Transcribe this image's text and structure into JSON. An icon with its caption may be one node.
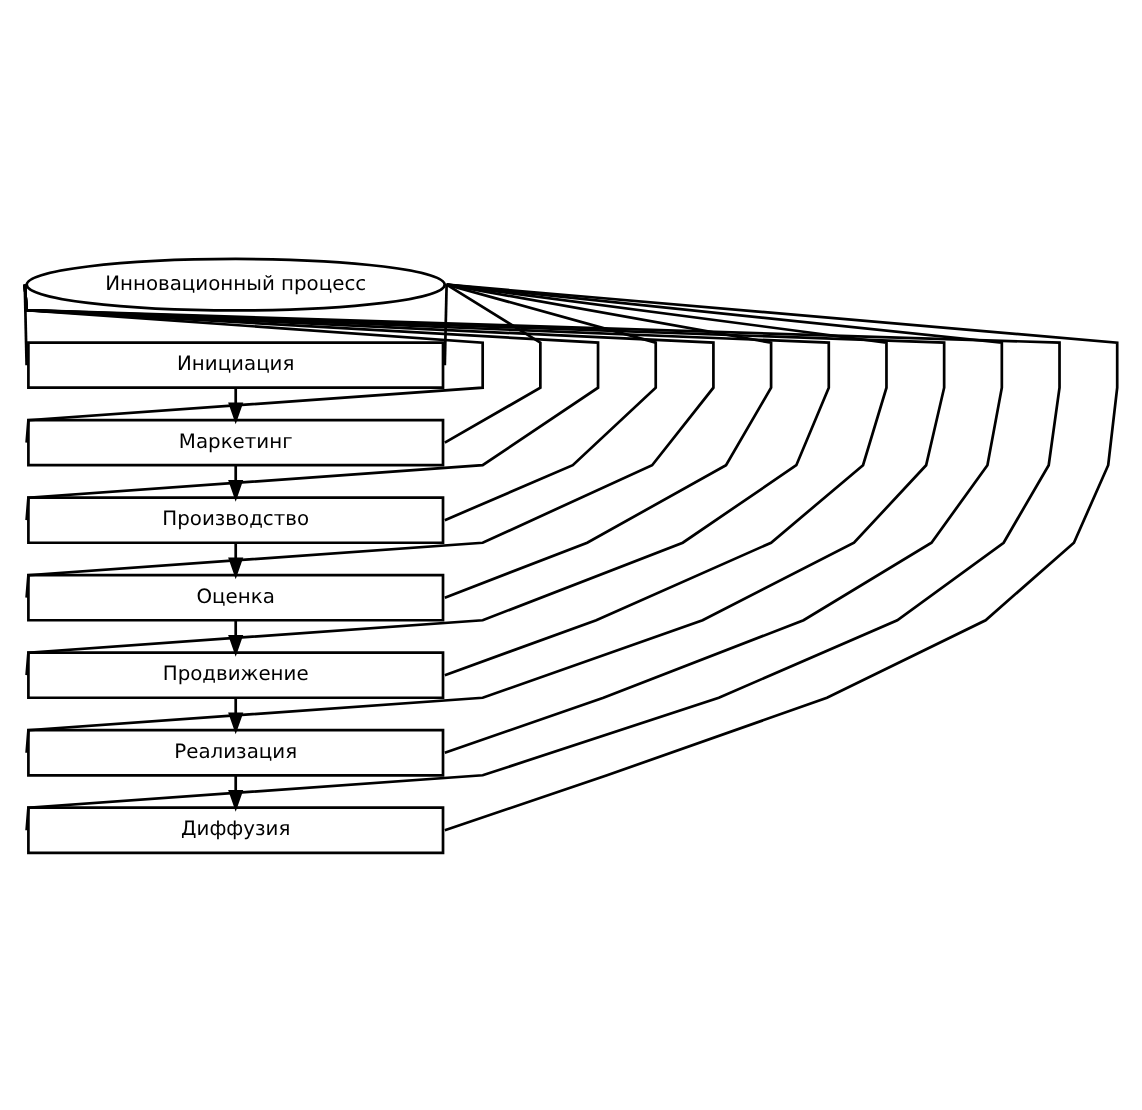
{
  "diagram": {
    "nodes": [
      {
        "text": [
          "Инновационный процесс"
        ]
      },
      {
        "text": [
          "Инициация"
        ]
      },
      {
        "text": [
          "Маркетинг"
        ]
      },
      {
        "text": [
          "Производство"
        ]
      },
      {
        "text": [
          "Оценка"
        ]
      },
      {
        "text": [
          "Продвижение"
        ]
      },
      {
        "text": [
          "Реализация"
        ]
      },
      {
        "text": [
          "Диффузия"
        ]
      }
    ],
    "edges": [
      {
        "from": 1,
        "to": 2,
        "arrow": "to"
      },
      {
        "from": 2,
        "to": 3,
        "arrow": "to"
      },
      {
        "from": 3,
        "to": 4,
        "arrow": "to"
      },
      {
        "from": 4,
        "to": 5,
        "arrow": "to"
      },
      {
        "from": 5,
        "to": 6,
        "arrow": "to"
      },
      {
        "from": 6,
        "to": 7,
        "arrow": "to"
      },
      {
        "from": 0,
        "to": 1,
        "arrow": "none"
      },
      {
        "from": 0,
        "to": 2,
        "arrow": "none"
      },
      {
        "from": 0,
        "to": 3,
        "arrow": "none"
      },
      {
        "from": 0,
        "to": 4,
        "arrow": "none"
      },
      {
        "from": 0,
        "to": 5,
        "arrow": "none"
      },
      {
        "from": 0,
        "to": 6,
        "arrow": "none"
      },
      {
        "from": 0,
        "to": 7,
        "arrow": "none"
      },
      {
        "from": 0,
        "to": 1,
        "arrow": "none"
      },
      {
        "from": 0,
        "to": 2,
        "arrow": "none"
      },
      {
        "from": 0,
        "to": 3,
        "arrow": "none"
      },
      {
        "from": 0,
        "to": 4,
        "arrow": "none"
      },
      {
        "from": 0,
        "to": 5,
        "arrow": "none"
      },
      {
        "from": 0,
        "to": 6,
        "arrow": "none"
      },
      {
        "from": 0,
        "to": 7,
        "arrow": "none"
      }
    ]
  }
}
